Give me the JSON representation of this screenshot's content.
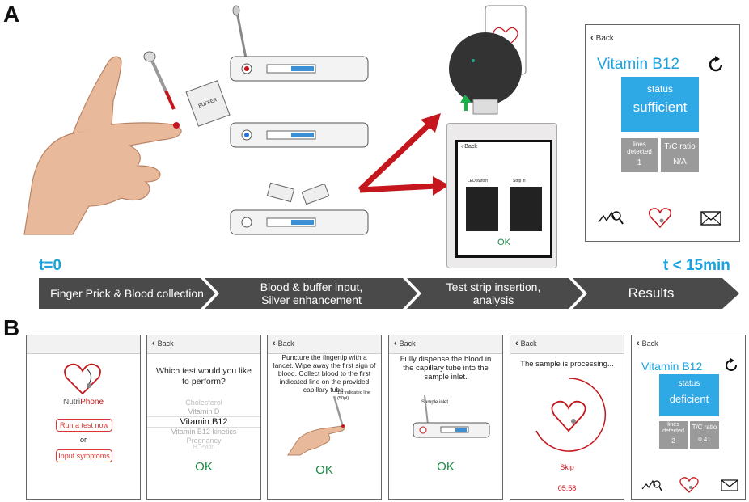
{
  "panel_a": {
    "letter": "A",
    "time_start": "t=0",
    "time_end": "t < 15min",
    "steps": [
      {
        "line1": "Finger Prick & Blood collection",
        "line2": ""
      },
      {
        "line1": "Blood & buffer input,",
        "line2": "Silver enhancement"
      },
      {
        "line1": "Test strip insertion,",
        "line2": "analysis"
      },
      {
        "line1": "Results",
        "line2": ""
      }
    ],
    "buffer_label": "BUFFER",
    "tablet": {
      "back": "Back",
      "ok": "OK",
      "led_switch": "LED switch",
      "strip_in": "Strip in"
    },
    "result_phone": {
      "back": "Back",
      "title": "Vitamin B12",
      "status_label": "status",
      "status_value": "sufficient",
      "lines_label": "lines detected",
      "lines_value": "1",
      "ratio_label": "T/C ratio",
      "ratio_value": "N/A"
    }
  },
  "panel_b": {
    "letter": "B",
    "screen1": {
      "logo_left": "Nutri",
      "logo_right": "Phone",
      "run_btn": "Run a test now",
      "or": "or",
      "input_btn": "Input symptoms"
    },
    "screen2": {
      "back": "Back",
      "question": "Which test would you like to perform?",
      "options": [
        "Cholesterol",
        "Vitamin D",
        "Vitamin B12",
        "Vitamin B12 kinetics",
        "Pregnancy",
        "H. Pylori"
      ],
      "selected": "Vitamin B12",
      "ok": "OK"
    },
    "screen3": {
      "back": "Back",
      "instruction": "Puncture the fingertip with a lancet. Wipe away the first sign of blood. Collect blood to the first indicated line on the provided capillary tube.",
      "line_label": "1st indicated line (50µl)",
      "ok": "OK"
    },
    "screen4": {
      "back": "Back",
      "instruction": "Fully dispense the blood in the capillary tube into the sample inlet.",
      "inlet_label": "Sample inlet",
      "ok": "OK"
    },
    "screen5": {
      "back": "Back",
      "processing": "The sample is processing...",
      "skip": "Skip",
      "timer": "05:58"
    },
    "screen6": {
      "back": "Back",
      "title": "Vitamin B12",
      "status_label": "status",
      "status_value": "deficient",
      "lines_label": "lines detected",
      "lines_value": "2",
      "ratio_label": "T/C ratio",
      "ratio_value": "0.41"
    }
  },
  "colors": {
    "accent_blue": "#1aa3df",
    "box_blue": "#2fa8e6",
    "red": "#d32f2f",
    "ok_green": "#1a8a45",
    "chevron_gray": "#4a4a4a"
  }
}
